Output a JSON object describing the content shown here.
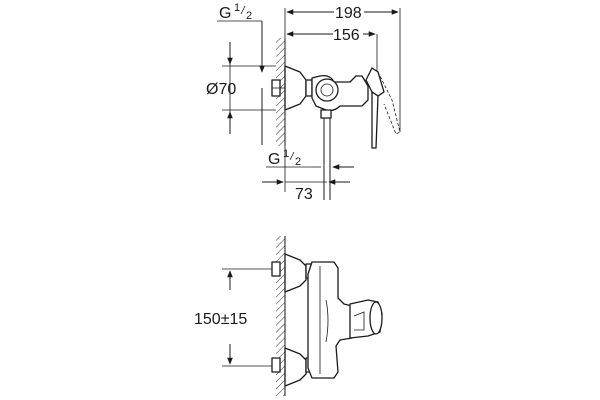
{
  "dimensions": {
    "thread_top_main": "G",
    "thread_top_num": "1",
    "thread_top_den": "2",
    "width_overall": "198",
    "width_lever": "156",
    "diameter": "Ø70",
    "thread_bottom_main": "G",
    "thread_bottom_num": "1",
    "thread_bottom_den": "2",
    "outlet_offset": "73",
    "centers": "150±15"
  },
  "colors": {
    "line": "#1a1a1a",
    "background": "#ffffff"
  }
}
